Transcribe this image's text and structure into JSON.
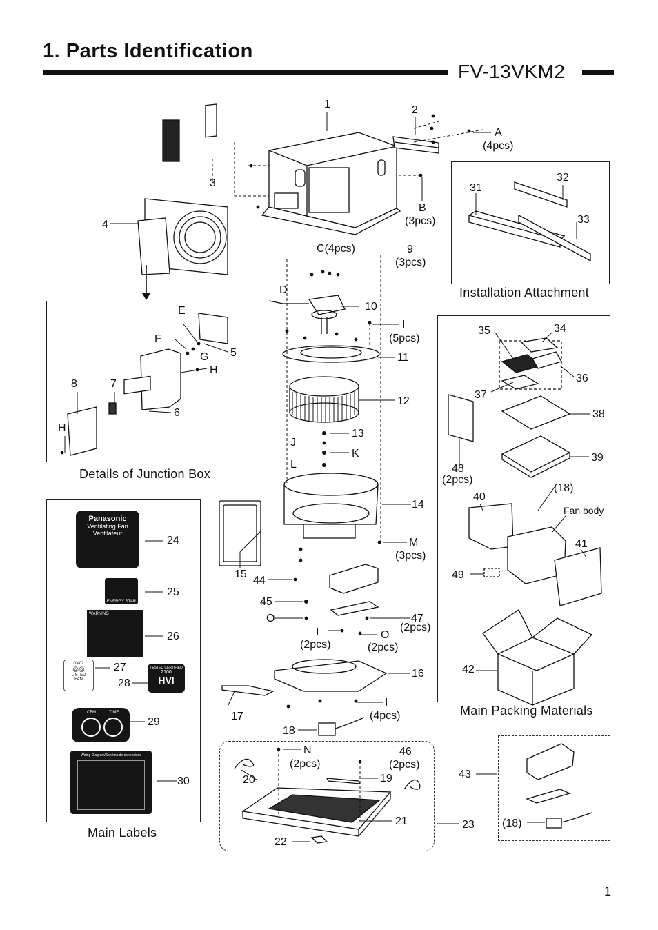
{
  "header": {
    "title": "1. Parts Identification",
    "model": "FV-13VKM2",
    "page_number": "1"
  },
  "captions": {
    "installation": "Installation Attachment",
    "junction_box": "Details of Junction Box",
    "packing": "Main Packing Materials",
    "labels": "Main Labels",
    "fan_body": "Fan body"
  },
  "callouts": {
    "c1": "1",
    "c2": "2",
    "cA": "A",
    "cA_qty": "(4pcs)",
    "c3": "3",
    "c4": "4",
    "cB": "B",
    "cB_qty": "(3pcs)",
    "cC": "C(4pcs)",
    "c9": "9",
    "c9_qty": "(3pcs)",
    "cD": "D",
    "c10": "10",
    "cI1": "I",
    "cI1_qty": "(5pcs)",
    "c11": "11",
    "c12": "12",
    "c13": "13",
    "cJ": "J",
    "cK": "K",
    "cL": "L",
    "c14": "14",
    "c15": "15",
    "cM": "M",
    "cM_qty": "(3pcs)",
    "c44": "44",
    "c45": "45",
    "cO1": "O",
    "c47": "47",
    "c47_qty": "(2pcs)",
    "cI2": "I",
    "cI2_qty": "(2pcs)",
    "cO2": "O",
    "cO2_qty": "(2pcs)",
    "c16": "16",
    "c17": "17",
    "cI3": "I",
    "cI3_qty": "(4pcs)",
    "c18": "18",
    "cN": "N",
    "cN_qty": "(2pcs)",
    "c46": "46",
    "c46_qty": "(2pcs)",
    "c19": "19",
    "c20": "20",
    "c21": "21",
    "c22": "22",
    "c23": "23",
    "c31": "31",
    "c32": "32",
    "c33": "33",
    "cE": "E",
    "cF": "F",
    "cG": "G",
    "c5": "5",
    "cH1": "H",
    "c8": "8",
    "c7": "7",
    "c6": "6",
    "cH2": "H",
    "c34": "34",
    "c35": "35",
    "c36": "36",
    "c37": "37",
    "c38": "38",
    "c39": "39",
    "c48": "48",
    "c48_qty": "(2pcs)",
    "c40": "40",
    "c18b": "(18)",
    "c41": "41",
    "c49": "49",
    "c42": "42",
    "c43": "43",
    "c18c": "(18)",
    "c24": "24",
    "c25": "25",
    "c26": "26",
    "c27": "27",
    "c28": "28",
    "c29": "29",
    "c30": "30"
  },
  "label_art": {
    "brand": "Panasonic",
    "product": "Ventilating Fan",
    "product_fr": "Ventilateur",
    "energy_star": "ENERGY STAR",
    "warning": "WARNING",
    "date_code": "03/02",
    "listed": "LISTED",
    "fan": "FAN",
    "hvi": "HVI",
    "hvi_top": "TESTED CERTIFIED",
    "hvi_num": "2100",
    "cfm": "CFM",
    "time": "TIME",
    "wiring": "Wiring Diagram/Schéma de connexions"
  },
  "colors": {
    "ink": "#111111",
    "panel": "#1a1a1a",
    "label_bg": "#111111"
  }
}
